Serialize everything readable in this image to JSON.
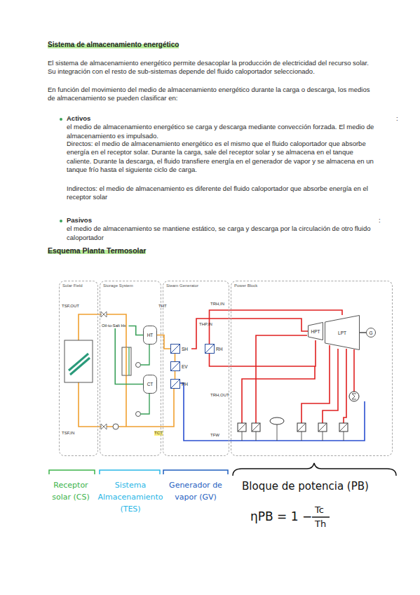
{
  "diagram": {
    "title": "Sistema de almacenamiento energético",
    "nodes": [
      {
        "text": [
          "Solar Field"
        ]
      },
      {
        "text": [
          "Storage System"
        ]
      },
      {
        "text": [
          "Steam Generator"
        ]
      },
      {
        "text": [
          "Power Block"
        ]
      },
      {
        "text": [
          "HT"
        ],
        "in": 1
      },
      {
        "text": [
          "CT"
        ],
        "in": 1
      },
      {
        "text": [
          "Oil-to-Salt Hx"
        ],
        "in": 1
      },
      {
        "text": [
          "SH"
        ],
        "in": 2
      },
      {
        "text": [
          "EV"
        ],
        "in": 2
      },
      {
        "text": [
          "PH"
        ],
        "in": 2
      },
      {
        "text": [
          "RH"
        ],
        "in": 2
      },
      {
        "text": [
          "HPT"
        ],
        "in": 3
      },
      {
        "text": [
          "LPT"
        ],
        "in": 3
      },
      {
        "text": [
          "G"
        ],
        "in": 3
      }
    ],
    "edges": [
      {
        "from": 6,
        "to": 4,
        "arrow": "none"
      },
      {
        "from": 5,
        "to": 6,
        "arrow": "none"
      },
      {
        "from": 4,
        "to": 7,
        "arrow": "none"
      },
      {
        "from": 7,
        "to": 8,
        "arrow": "none"
      },
      {
        "from": 8,
        "to": 9,
        "arrow": "none"
      },
      {
        "from": 7,
        "to": 11,
        "arrow": "none"
      },
      {
        "from": 11,
        "to": 10,
        "arrow": "none"
      },
      {
        "from": 10,
        "to": 12,
        "arrow": "none"
      },
      {
        "from": 12,
        "to": 13,
        "arrow": "none"
      }
    ],
    "labels": [
      "Esquema Planta Termosolar",
      "El sistema de almacenamiento energético permite desacoplar la producción de electricidad del recurso solar. Su integración con el resto de sub-sistemas depende del fluido caloportador seleccionado.",
      "En función del movimiento del medio de almacenamiento energético durante la carga o descarga, los medios de almacenamiento se pueden clasificar en:",
      "Activos",
      ": el medio de almacenamiento energético se carga y descarga mediante convección forzada. El medio de almacenamiento es impulsado.",
      "Directos: el medio de almacenamiento energético es el mismo que el fluido caloportador que absorbe energía en el receptor solar. Durante la carga, sale del receptor solar y se almacena en el tanque caliente. Durante la descarga, el fluido transfiere energía en el generador de vapor y se almacena en un tanque frío hasta el siguiente ciclo de carga.",
      "Indirectos: el medio de almacenamiento es diferente del fluido caloportador que absorbe energía en el receptor solar",
      "Pasivos",
      ": el medio de almacenamiento se mantiene estático, se carga y descarga por la circulación de otro fluido caloportador",
      "TSF,OUT",
      "TSF,IN",
      "THT",
      "TCT",
      "TRH,IN",
      "THP,IN",
      "TRH,OUT",
      "TFW",
      "Receptor solar (CS)",
      "Sistema Almacenamiento (TES)",
      "Generador de vapor (GV)",
      "Bloque de potencia (PB)",
      "ηPB = 1 −",
      "Tc",
      "Th"
    ]
  }
}
